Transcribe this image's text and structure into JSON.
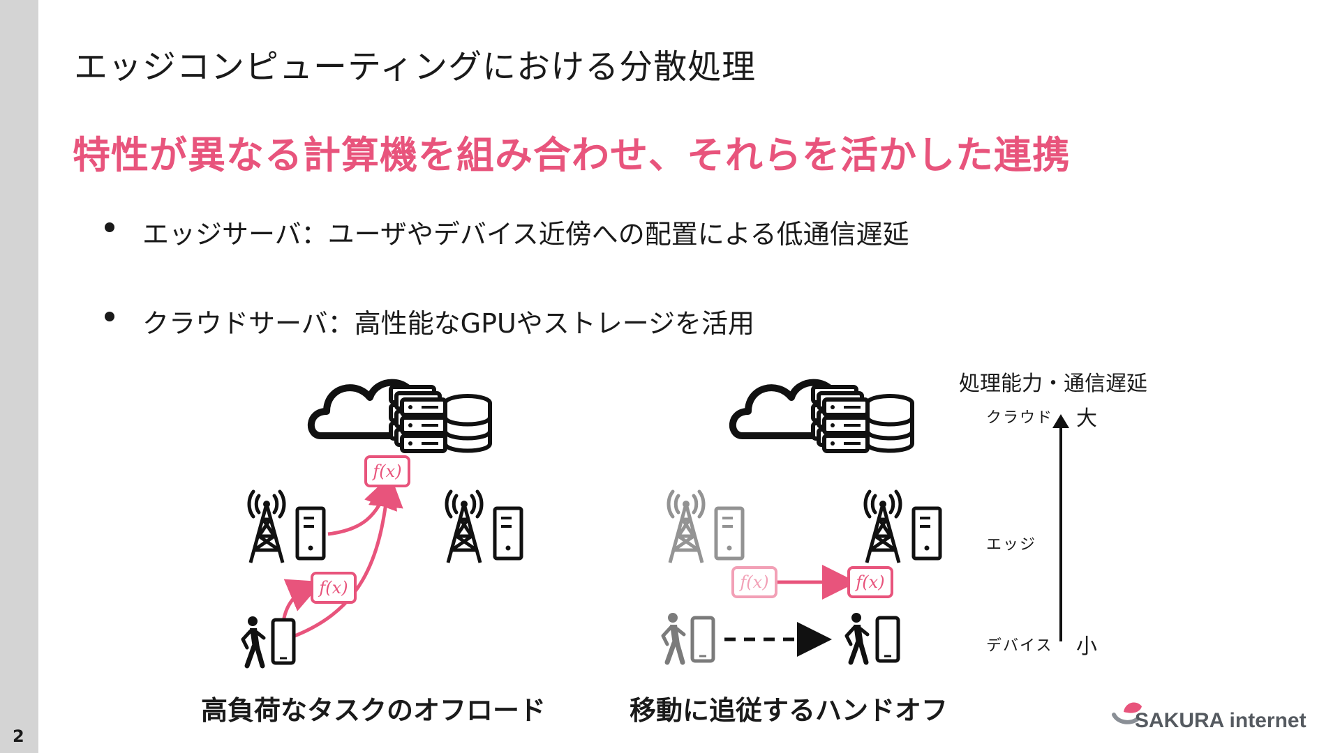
{
  "slide": {
    "page_number": "2",
    "title": "エッジコンピューティングにおける分散処理",
    "subtitle": "特性が異なる計算機を組み合わせ、それらを活かした連携",
    "bullets": [
      "エッジサーバ：ユーザやデバイス近傍への配置による低通信遅延",
      "クラウドサーバ：高性能なGPUやストレージを活用"
    ],
    "accent_color": "#e8547c",
    "sidebar_color": "#d4d4d4"
  },
  "diagram": {
    "function_label": "f(x)",
    "offload_caption": "高負荷なタスクのオフロード",
    "handoff_caption": "移動に追従するハンドオフ",
    "icons": [
      "cloud-icon",
      "server-rack-icon",
      "database-icon",
      "cell-tower-icon",
      "server-icon",
      "walking-person-icon",
      "smartphone-icon"
    ]
  },
  "scale": {
    "title": "処理能力・通信遅延",
    "levels": [
      "クラウド",
      "エッジ",
      "デバイス"
    ],
    "high": "大",
    "low": "小"
  },
  "logo": {
    "text": "SAKURA internet"
  }
}
